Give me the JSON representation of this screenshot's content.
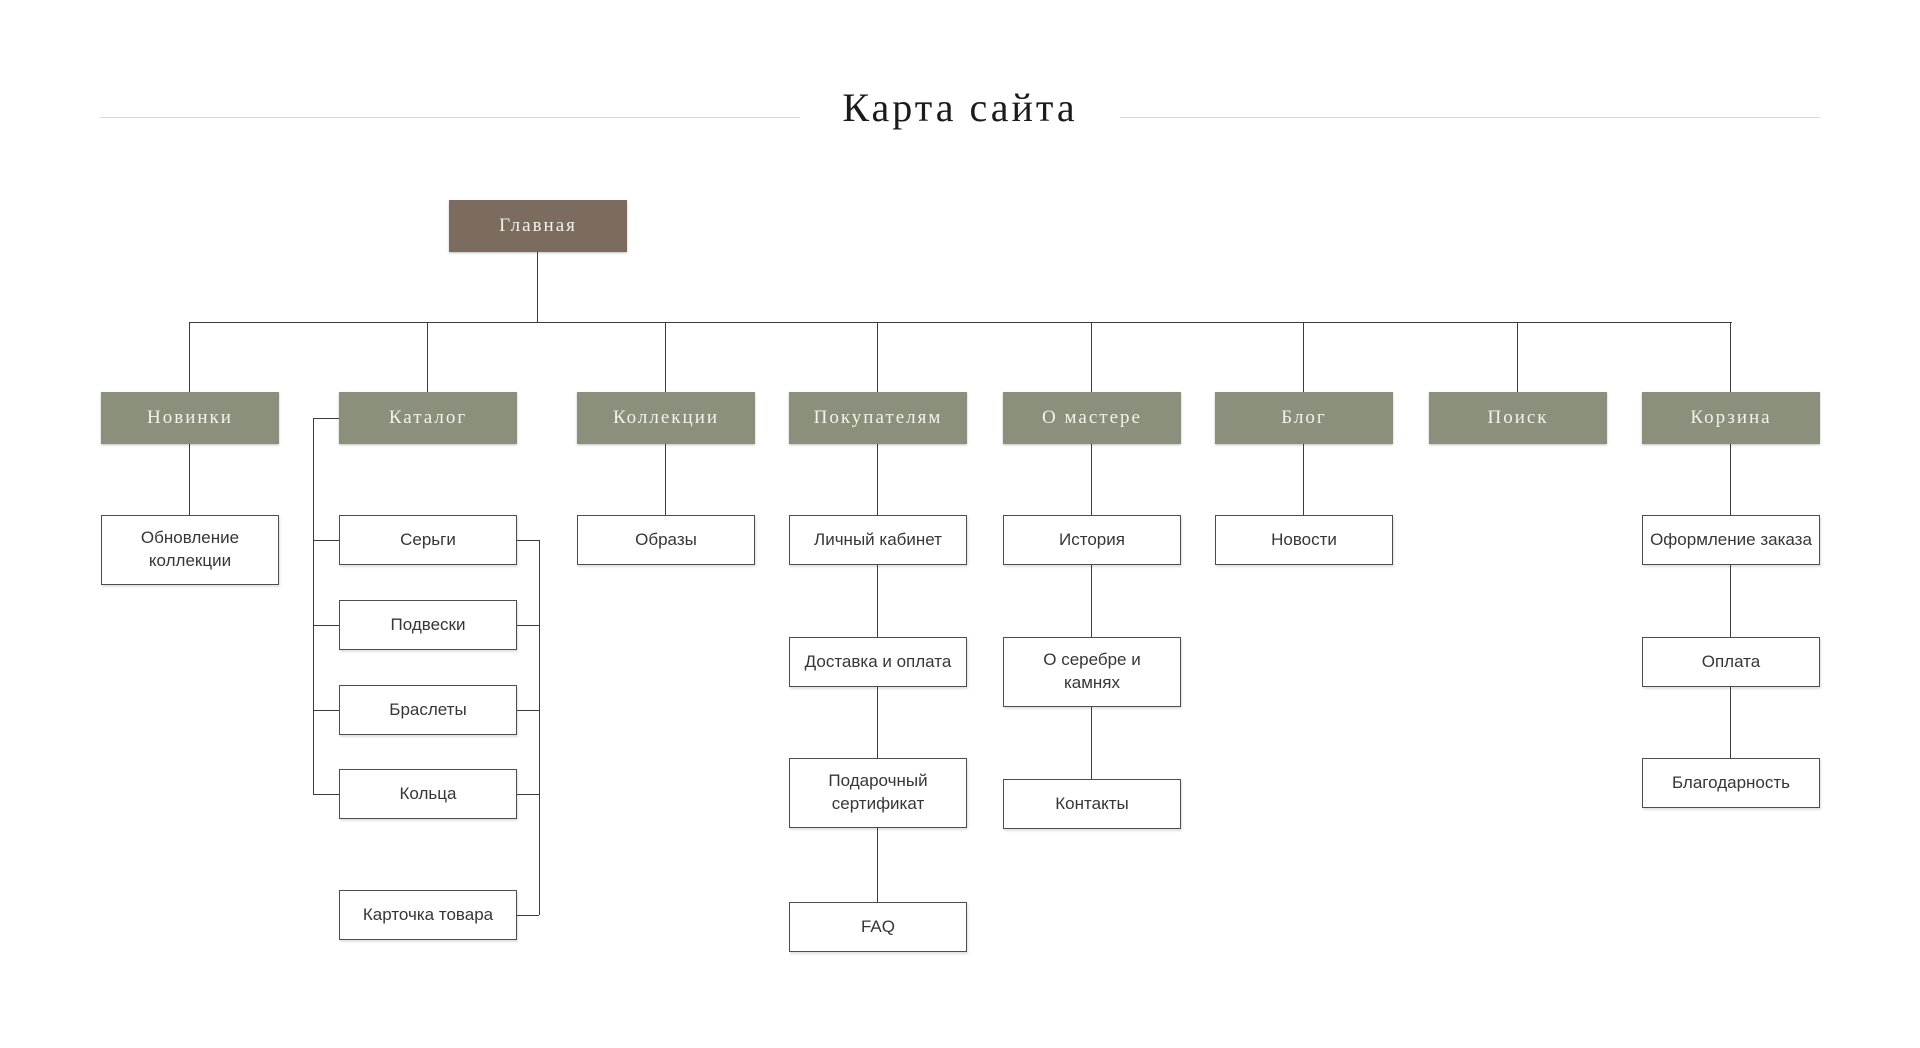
{
  "title": "Карта сайта",
  "colors": {
    "root_bg": "#7c6b5f",
    "section_bg": "#8a907c",
    "section_text": "#f4f1e9",
    "line": "#3c3c3c",
    "leaf_border": "#4d4d4d",
    "leaf_text": "#363636",
    "title_text": "#1b1b1b",
    "rule": "#d8d8d0"
  },
  "root": {
    "label": "Главная"
  },
  "sections": [
    {
      "label": "Новинки",
      "children": [
        "Обновление коллекции"
      ]
    },
    {
      "label": "Каталог",
      "children": [
        "Серьги",
        "Подвески",
        "Браслеты",
        "Кольца",
        "Карточка товара"
      ]
    },
    {
      "label": "Коллекции",
      "children": [
        "Образы"
      ]
    },
    {
      "label": "Покупателям",
      "children": [
        "Личный кабинет",
        "Доставка и оплата",
        "Подарочный сертификат",
        "FAQ"
      ]
    },
    {
      "label": "О мастере",
      "children": [
        "История",
        "О серебре и камнях",
        "Контакты"
      ]
    },
    {
      "label": "Блог",
      "children": [
        "Новости"
      ]
    },
    {
      "label": "Поиск",
      "children": []
    },
    {
      "label": "Корзина",
      "children": [
        "Оформление заказа",
        "Оплата",
        "Благодарность"
      ]
    }
  ]
}
